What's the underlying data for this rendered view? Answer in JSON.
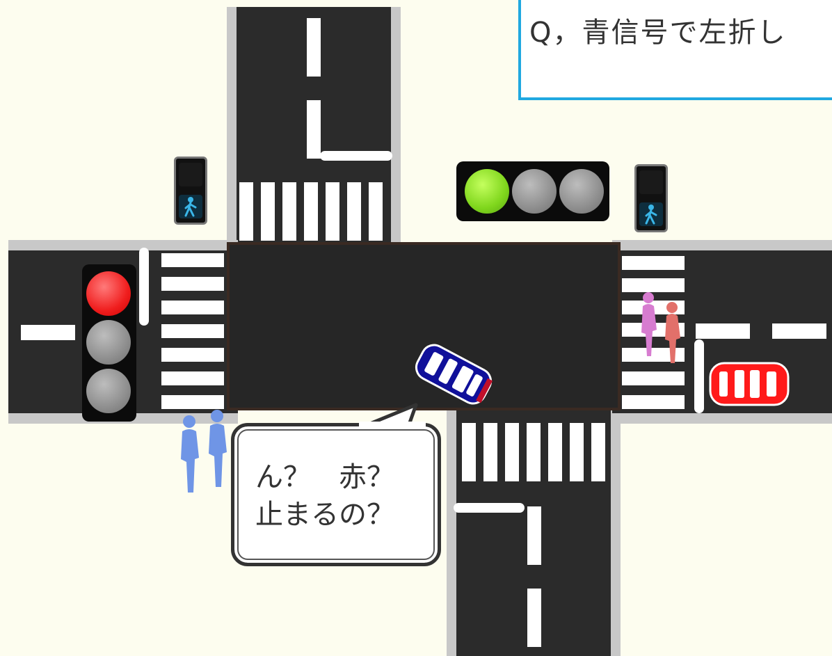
{
  "question": {
    "text": "Q，青信号で左折し"
  },
  "speech_bubble": {
    "line1": "ん？　赤？",
    "line2": "止まるの？"
  },
  "signals": {
    "vehicle_signal_top": {
      "orientation": "horizontal",
      "lit": "green",
      "colors": [
        "#8fe22a",
        "#8a8a8a",
        "#8a8a8a"
      ]
    },
    "vehicle_signal_left": {
      "orientation": "vertical",
      "lit": "red",
      "colors": [
        "#f01e1e",
        "#8a8a8a",
        "#8a8a8a"
      ]
    },
    "pedestrian_signal_left": {
      "lit": "walk",
      "color": "#3ab6e8"
    },
    "pedestrian_signal_right": {
      "lit": "walk",
      "color": "#3ab6e8"
    }
  },
  "vehicles": [
    {
      "name": "blue-car",
      "color": "#10109a"
    },
    {
      "name": "red-car",
      "color": "#ff1a1a"
    }
  ],
  "pedestrians": [
    {
      "name": "pedestrian-pink",
      "color": "#d77cd0"
    },
    {
      "name": "pedestrian-salmon",
      "color": "#e2706a"
    },
    {
      "name": "pedestrian-blue-1",
      "color": "#6f95e6"
    },
    {
      "name": "pedestrian-blue-2",
      "color": "#6f95e6"
    }
  ],
  "colors": {
    "road": "#2b2b2b",
    "curb": "#c8c8c8",
    "background": "#fdfdef",
    "question_border": "#20a8e0"
  }
}
